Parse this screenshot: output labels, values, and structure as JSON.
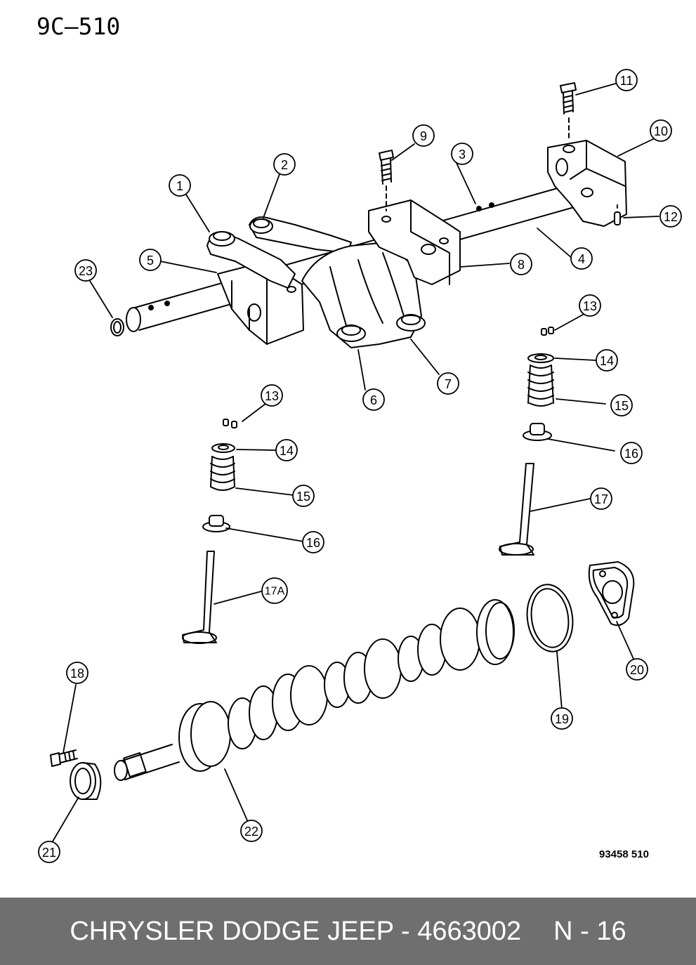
{
  "page_code": "9C–510",
  "figure_number": "93458 510",
  "footer": {
    "part_text": "CHRYSLER DODGE JEEP - 4663002",
    "page_ref": "N - 16",
    "background": "#6f6f6f",
    "text_color": "#ffffff"
  },
  "callouts": [
    "1",
    "2",
    "3",
    "4",
    "5",
    "6",
    "7",
    "8",
    "9",
    "10",
    "11",
    "12",
    "13",
    "14",
    "15",
    "16",
    "17",
    "13",
    "14",
    "15",
    "16",
    "17A",
    "18",
    "19",
    "20",
    "21",
    "22",
    "23"
  ]
}
